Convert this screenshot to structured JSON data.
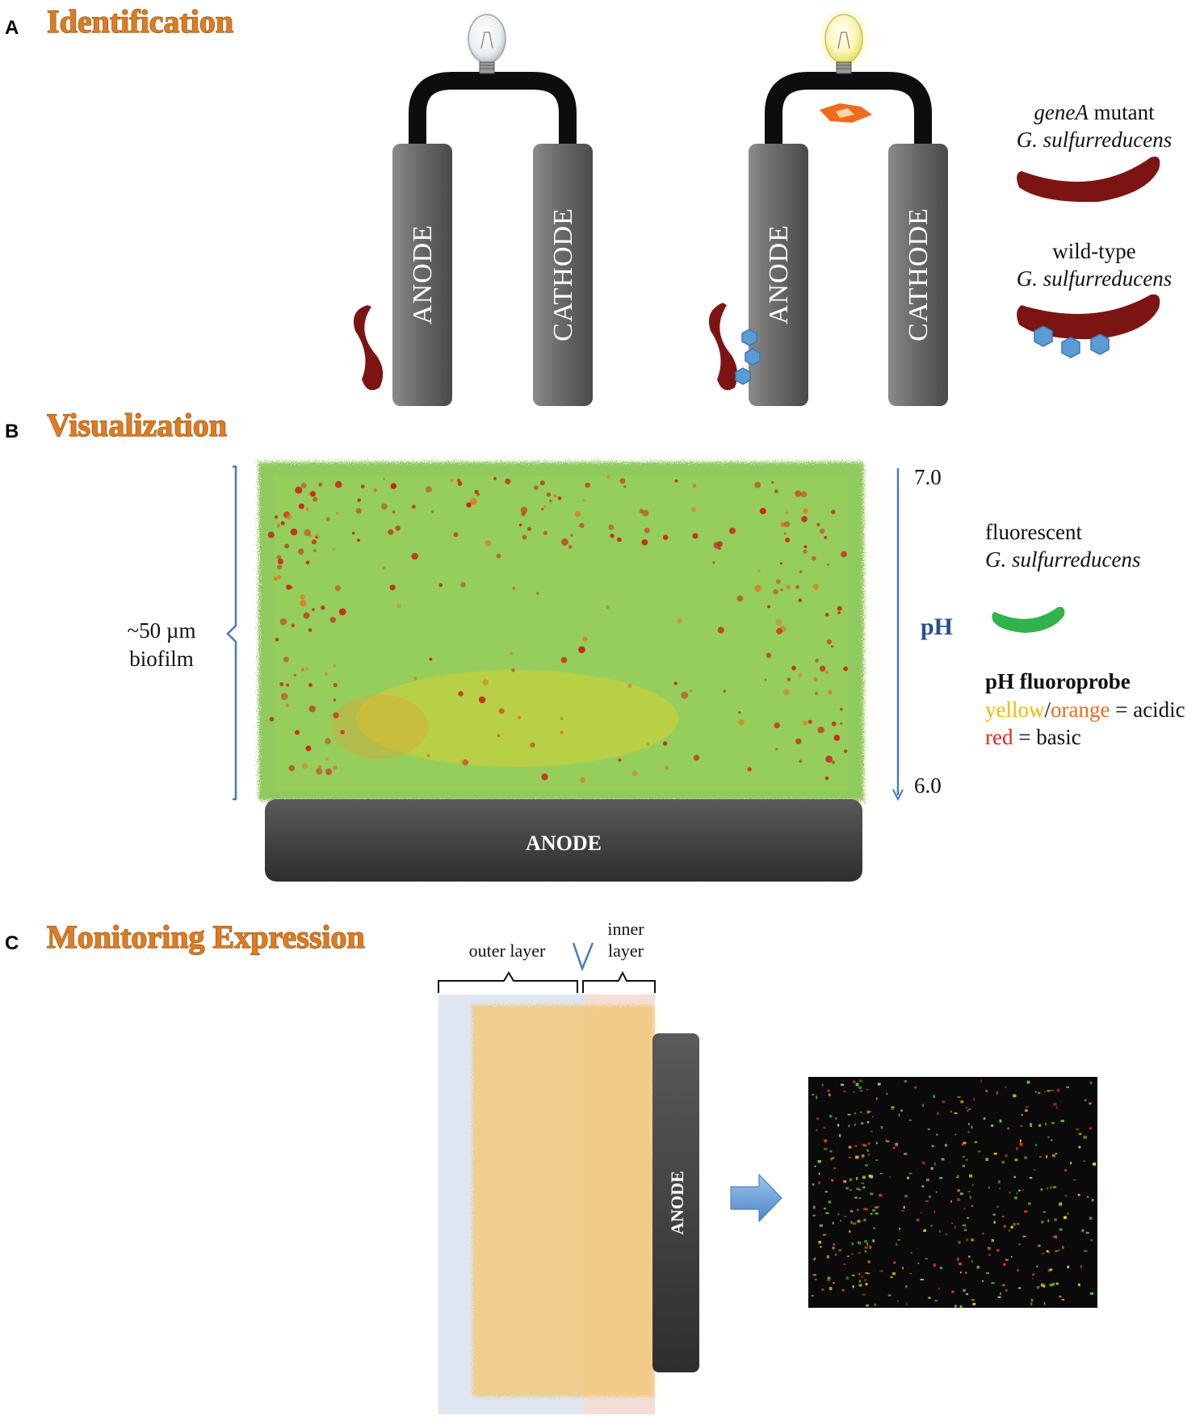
{
  "panels": {
    "a": {
      "letter": "A",
      "title": "Identification"
    },
    "b": {
      "letter": "B",
      "title": "Visualization"
    },
    "c": {
      "letter": "C",
      "title": "Monitoring Expression"
    }
  },
  "electrodes": {
    "anode": "ANODE",
    "cathode": "CATHODE"
  },
  "legend_a": {
    "mutant_gene": "geneA",
    "mutant_word": "mutant",
    "species": "G. sulfurreducens",
    "wildtype": "wild-type"
  },
  "panel_b": {
    "biofilm_size": "~50 µm",
    "biofilm_word": "biofilm",
    "ph_top": "7.0",
    "ph_bottom": "6.0",
    "ph_label": "pH",
    "fluorescent": "fluorescent",
    "species": "G. sulfurreducens",
    "probe_title": "pH fluoroprobe",
    "yellow": "yellow",
    "slash": "/",
    "orange": "orange",
    "acidic": "= acidic",
    "red": "red",
    "basic": "= basic",
    "anode": "ANODE"
  },
  "panel_c": {
    "outer_layer": "outer layer",
    "inner_line1": "inner",
    "inner_line2": "layer",
    "anode": "ANODE"
  },
  "colors": {
    "title_orange": "#e07b1f",
    "electrode_gray": "#6e6e6e",
    "bacterium_red": "#7d1414",
    "hex_blue": "#5b9bd5",
    "biofilm_green": "#7dc142",
    "bracket_blue": "#4a78c2",
    "probe_yellow": "#f5b800",
    "probe_orange": "#f06a1c",
    "probe_red": "#e8251b"
  }
}
